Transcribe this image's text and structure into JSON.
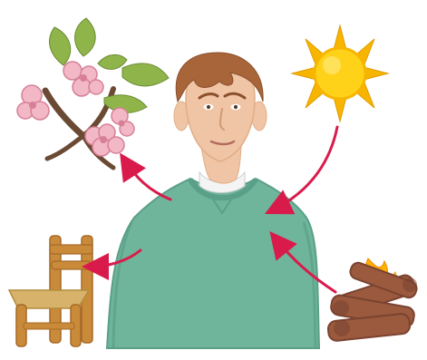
{
  "diagram": {
    "nodes": [
      {
        "id": "blossom",
        "icon": "blossom-branch-icon",
        "colors": {
          "petal": "#f2b8c6",
          "petal_dark": "#d77f97",
          "leaf": "#8fb54a",
          "stem": "#6b4a34"
        }
      },
      {
        "id": "sun",
        "icon": "sun-icon",
        "colors": {
          "core": "#ffd21a",
          "ray": "#f7b500"
        }
      },
      {
        "id": "person",
        "icon": "person-icon",
        "colors": {
          "sweater": "#6fb59b",
          "sweater_shadow": "#5a9f87",
          "skin": "#f0c5a6",
          "hair": "#a8653a"
        }
      },
      {
        "id": "chair",
        "icon": "wooden-chair-icon",
        "colors": {
          "wood": "#c98a3a",
          "wood_dark": "#a66a26",
          "seat": "#d6b26a"
        }
      },
      {
        "id": "campfire",
        "icon": "campfire-icon",
        "colors": {
          "log": "#9b5a3e",
          "log_dark": "#7a4330",
          "flame": "#ffb000"
        }
      }
    ],
    "edges": [
      {
        "from": "sun",
        "to": "person",
        "color": "#d91b4b"
      },
      {
        "from": "campfire",
        "to": "person",
        "color": "#d91b4b"
      },
      {
        "from": "person",
        "to": "blossom",
        "color": "#d91b4b"
      },
      {
        "from": "person",
        "to": "chair",
        "color": "#d91b4b"
      }
    ]
  }
}
